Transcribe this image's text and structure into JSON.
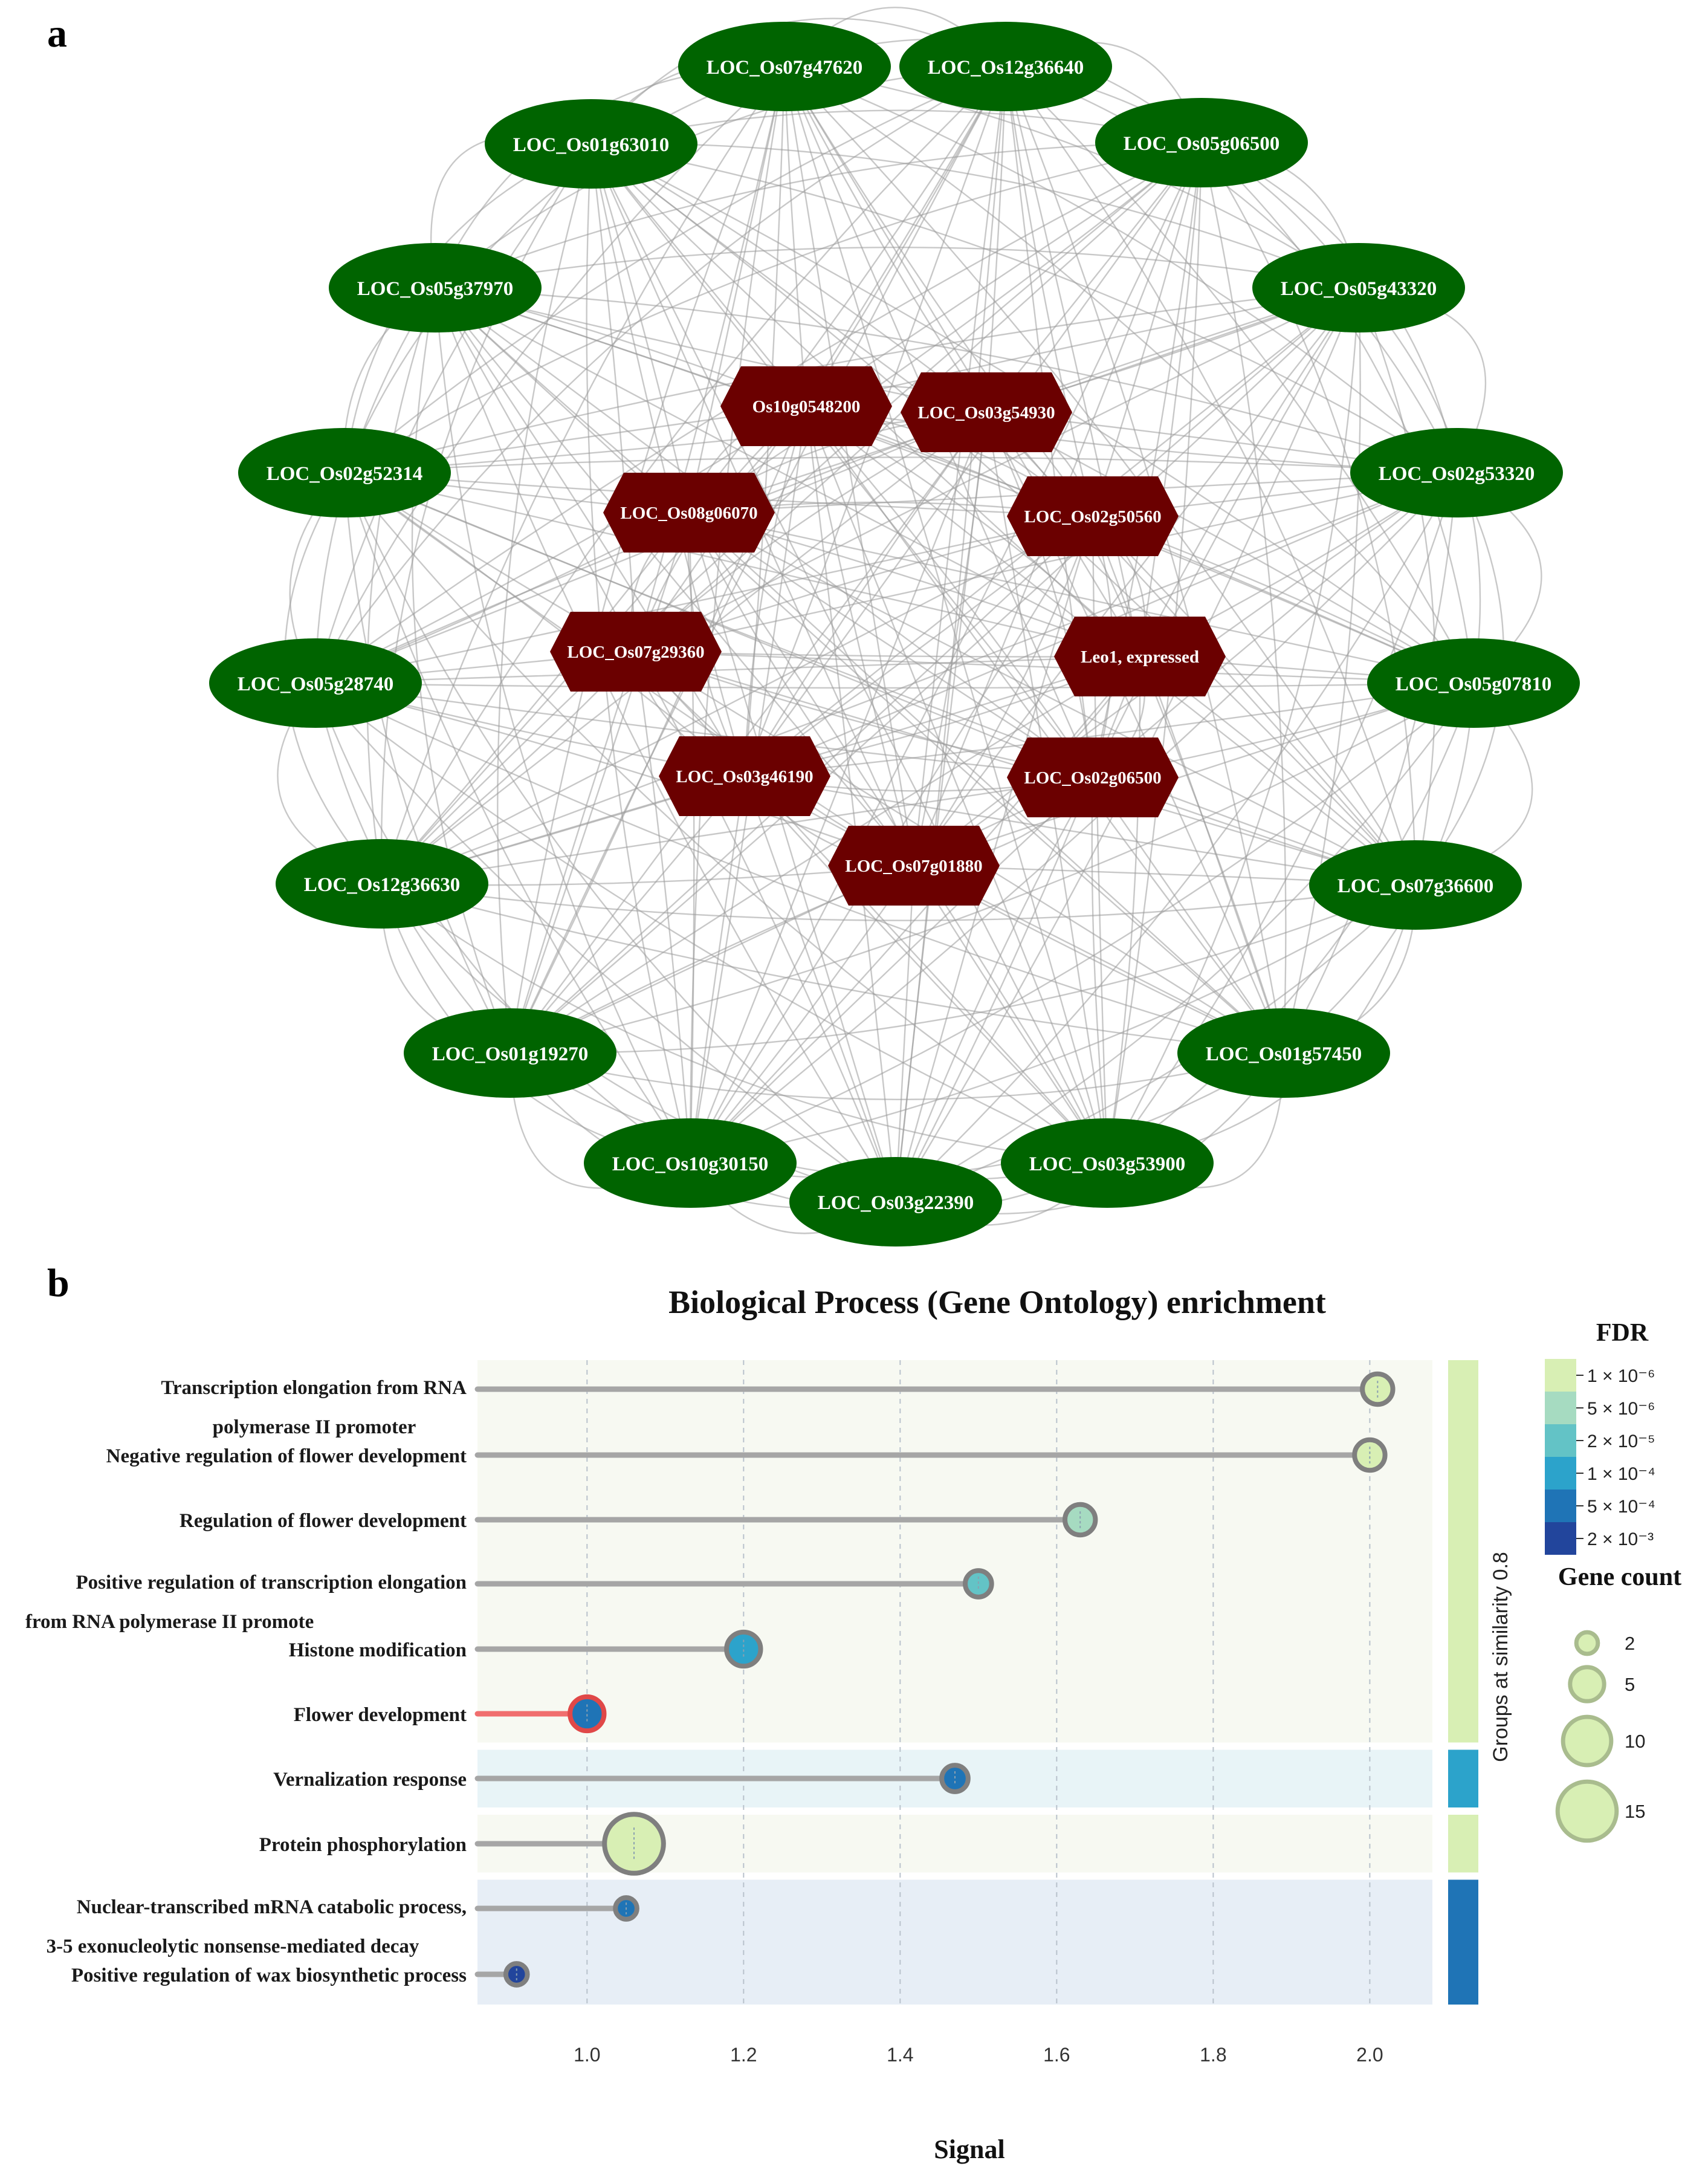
{
  "panel_a": {
    "letter": "a",
    "outer_nodes": [
      "LOC_Os07g47620",
      "LOC_Os12g36640",
      "LOC_Os05g06500",
      "LOC_Os05g43320",
      "LOC_Os02g53320",
      "LOC_Os05g07810",
      "LOC_Os07g36600",
      "LOC_Os01g57450",
      "LOC_Os03g53900",
      "LOC_Os03g22390",
      "LOC_Os10g30150",
      "LOC_Os01g19270",
      "LOC_Os12g36630",
      "LOC_Os05g28740",
      "LOC_Os02g52314",
      "LOC_Os05g37970",
      "LOC_Os01g63010"
    ],
    "hub_nodes": [
      "Os10g0548200",
      "LOC_Os03g54930",
      "LOC_Os08g06070",
      "LOC_Os02g50560",
      "LOC_Os07g29360",
      "Leo1, expressed",
      "LOC_Os03g46190",
      "LOC_Os02g06500",
      "LOC_Os07g01880"
    ],
    "colors": {
      "outer_fill": "#006400",
      "hub_fill": "#6b0000",
      "edge": "#9a9a9a"
    }
  },
  "panel_b": {
    "letter": "b",
    "title": "Biological Process (Gene Ontology) enrichment",
    "legend_fdr_title": "FDR",
    "legend_fdr": [
      {
        "label": "1 × 10⁻⁶",
        "color": "#d8efb4"
      },
      {
        "label": "5 × 10⁻⁶",
        "color": "#a6dbc1"
      },
      {
        "label": "2 × 10⁻⁵",
        "color": "#63c3c6"
      },
      {
        "label": "1 × 10⁻⁴",
        "color": "#2ca3cb"
      },
      {
        "label": "5 × 10⁻⁴",
        "color": "#1f74b6"
      },
      {
        "label": "2 × 10⁻³",
        "color": "#22459c"
      }
    ],
    "legend_count_title": "Gene count",
    "legend_count": [
      2,
      5,
      10,
      15
    ],
    "group_label": "Groups at similarity 0.8"
  },
  "chart_data": {
    "type": "lollipop",
    "title": "Biological Process (Gene Ontology) enrichment",
    "xlabel": "Signal",
    "xlim": [
      0.86,
      2.08
    ],
    "xticks": [
      "1.0",
      "1.2",
      "1.4",
      "1.6",
      "1.8",
      "2.0"
    ],
    "xtick_values": [
      1.0,
      1.2,
      1.4,
      1.6,
      1.8,
      2.0
    ],
    "grid": true,
    "legend_position": "right",
    "terms": [
      {
        "label": [
          "Transcription elongation from RNA",
          "polymerase II promoter"
        ],
        "signal": 2.01,
        "count": 4,
        "fdr_color": "#d8efb4",
        "outline": "#7f7f7f",
        "stem": "#a6a6a6"
      },
      {
        "label": [
          "Negative regulation of flower development"
        ],
        "signal": 2.0,
        "count": 4,
        "fdr_color": "#d8efb4",
        "outline": "#7f7f7f",
        "stem": "#a6a6a6"
      },
      {
        "label": [
          "Regulation of flower development"
        ],
        "signal": 1.63,
        "count": 4,
        "fdr_color": "#a6dbc1",
        "outline": "#7f7f7f",
        "stem": "#a6a6a6"
      },
      {
        "label": [
          "Positive regulation of transcription elongation",
          "from RNA polymerase II promote"
        ],
        "signal": 1.5,
        "count": 3,
        "fdr_color": "#63c3c6",
        "outline": "#7f7f7f",
        "stem": "#a6a6a6"
      },
      {
        "label": [
          "Histone modification"
        ],
        "signal": 1.2,
        "count": 5,
        "fdr_color": "#2ca3cb",
        "outline": "#7f7f7f",
        "stem": "#a6a6a6"
      },
      {
        "label": [
          "Flower development"
        ],
        "signal": 1.0,
        "count": 5,
        "fdr_color": "#1f74b6",
        "outline": "#e04848",
        "stem": "#f06e6e"
      },
      {
        "label": [
          "Vernalization response"
        ],
        "signal": 1.47,
        "count": 3,
        "fdr_color": "#1f74b6",
        "outline": "#7f7f7f",
        "stem": "#a6a6a6"
      },
      {
        "label": [
          "Protein phosphorylation"
        ],
        "signal": 1.06,
        "count": 15,
        "fdr_color": "#d8efb4",
        "outline": "#7f7f7f",
        "stem": "#a6a6a6"
      },
      {
        "label": [
          "Nuclear-transcribed mRNA catabolic process,",
          "3-5 exonucleolytic nonsense-mediated decay"
        ],
        "signal": 1.05,
        "count": 2,
        "fdr_color": "#1f74b6",
        "outline": "#7f7f7f",
        "stem": "#a6a6a6"
      },
      {
        "label": [
          "Positive regulation of wax biosynthetic process"
        ],
        "signal": 0.91,
        "count": 2,
        "fdr_color": "#22459c",
        "outline": "#7f7f7f",
        "stem": "#a6a6a6"
      }
    ],
    "groups": [
      {
        "rows": [
          0,
          5
        ],
        "band": "#f7f9f2",
        "bar": "#d8efb4"
      },
      {
        "rows": [
          6,
          6
        ],
        "band": "#e8f4f7",
        "bar": "#2ca3cb"
      },
      {
        "rows": [
          7,
          7
        ],
        "band": "#f7f9f2",
        "bar": "#d8efb4"
      },
      {
        "rows": [
          8,
          9
        ],
        "band": "#e7eef6",
        "bar": "#1f74b6"
      }
    ]
  }
}
